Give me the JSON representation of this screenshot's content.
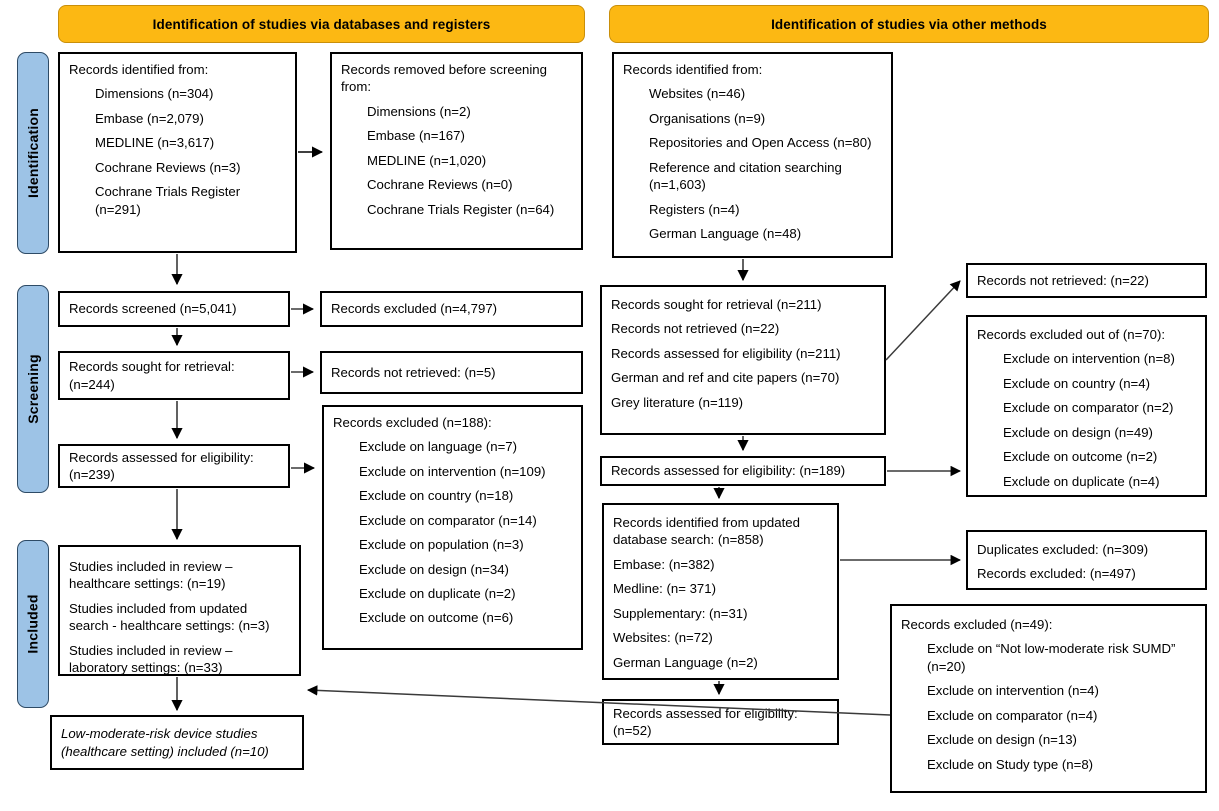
{
  "headers": {
    "left": "Identification of studies via databases and registers",
    "right": "Identification of studies via other methods"
  },
  "sidebar": {
    "identification": "Identification",
    "screening": "Screening",
    "included": "Included"
  },
  "colors": {
    "header_fill": "#FCB813",
    "sidebar_fill": "#9DC3E6",
    "box_border": "#000000",
    "background": "#FFFFFF"
  },
  "boxes": {
    "db_identified": {
      "title": "Records identified from:",
      "items": [
        "Dimensions (n=304)",
        "Embase (n=2,079)",
        "MEDLINE (n=3,617)",
        "Cochrane Reviews (n=3)",
        "Cochrane Trials Register\n(n=291)"
      ]
    },
    "db_removed": {
      "title": "Records removed before screening\nfrom:",
      "items": [
        "Dimensions (n=2)",
        "Embase (n=167)",
        "MEDLINE (n=1,020)",
        "Cochrane Reviews (n=0)",
        "Cochrane Trials Register (n=64)"
      ]
    },
    "records_screened": {
      "text": "Records screened (n=5,041)"
    },
    "records_excluded_4797": {
      "text": "Records excluded (n=4,797)"
    },
    "records_sought_244": {
      "text": "Records sought for retrieval:\n(n=244)"
    },
    "records_not_retrieved_5": {
      "text": "Records not retrieved: (n=5)"
    },
    "records_assessed_239": {
      "text": "Records assessed for eligibility:\n(n=239)"
    },
    "records_excluded_188": {
      "title": "Records excluded (n=188):",
      "items": [
        "Exclude on language (n=7)",
        "Exclude on intervention (n=109)",
        "Exclude on country (n=18)",
        "Exclude on comparator (n=14)",
        "Exclude on population (n=3)",
        "Exclude on design (n=34)",
        "Exclude on duplicate (n=2)",
        "Exclude on outcome (n=6)"
      ]
    },
    "studies_included": {
      "items": [
        "Studies included in review –\nhealthcare settings: (n=19)",
        "Studies included from updated\nsearch - healthcare settings: (n=3)",
        "Studies included in review –\nlaboratory settings: (n=33)"
      ]
    },
    "final_included": {
      "text": "Low-moderate-risk device studies\n(healthcare setting) included (n=10)"
    },
    "other_identified": {
      "title": "Records identified from:",
      "items": [
        "Websites (n=46)",
        "Organisations (n=9)",
        "Repositories and Open Access (n=80)",
        "Reference and citation searching (n=1,603)",
        "Registers (n=4)",
        "German Language (n=48)"
      ]
    },
    "other_sought": {
      "items": [
        "Records sought for retrieval (n=211)",
        "Records not retrieved (n=22)",
        "Records assessed for eligibility (n=211)",
        "German and ref and cite papers (n=70)",
        "Grey literature (n=119)"
      ]
    },
    "other_not_retrieved_22": {
      "text": "Records not retrieved: (n=22)"
    },
    "other_excluded_70": {
      "title": "Records excluded out of (n=70):",
      "items": [
        "Exclude on intervention (n=8)",
        "Exclude on country (n=4)",
        "Exclude on comparator (n=2)",
        "Exclude on design (n=49)",
        "Exclude on outcome (n=2)",
        "Exclude on duplicate (n=4)"
      ]
    },
    "other_assessed_189": {
      "text": "Records assessed for eligibility: (n=189)"
    },
    "updated_search": {
      "title": "Records identified from updated\ndatabase search: (n=858)",
      "items": [
        "Embase: (n=382)",
        "Medline: (n= 371)",
        "Supplementary: (n=31)",
        "Websites: (n=72)",
        "German Language (n=2)"
      ]
    },
    "duplicates_excluded": {
      "items": [
        "Duplicates excluded: (n=309)",
        "Records excluded: (n=497)"
      ]
    },
    "records_excluded_49": {
      "title": "Records excluded (n=49):",
      "items": [
        "Exclude on “Not low-moderate risk SUMD”\n(n=20)",
        "Exclude on intervention (n=4)",
        "Exclude on comparator (n=4)",
        "Exclude on design (n=13)",
        "Exclude on Study type (n=8)"
      ]
    },
    "updated_assessed_52": {
      "text": "Records assessed for eligibility:\n(n=52)"
    }
  }
}
